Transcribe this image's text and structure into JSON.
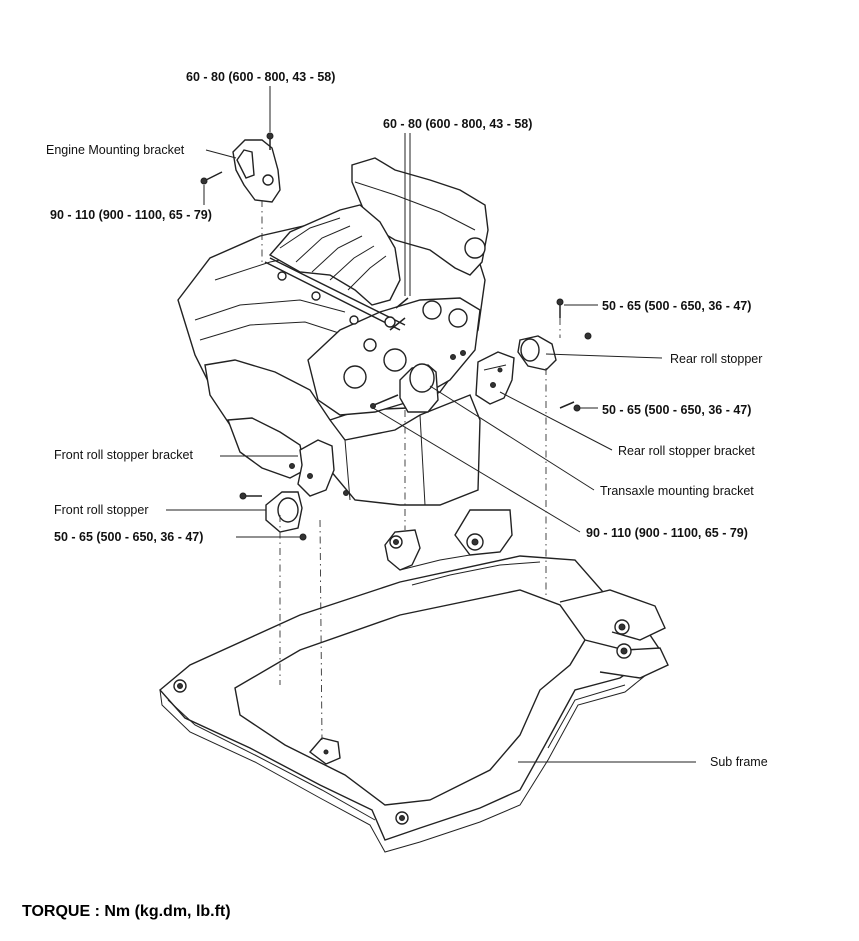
{
  "labels": {
    "torque_eng_bracket_top": "60 - 80  (600 - 800, 43 - 58)",
    "engine_mounting_bracket": "Engine Mounting bracket",
    "torque_eng_bracket_side": "90 - 110 (900 - 1100, 65 - 79)",
    "torque_manifold_bolt": "60 - 80 (600 - 800, 43 - 58)",
    "torque_rear_roll_top": "50 - 65 (500 - 650, 36 - 47)",
    "rear_roll_stopper": "Rear roll stopper",
    "torque_rear_roll_bottom": "50 - 65 (500 - 650, 36 - 47)",
    "rear_roll_stopper_bracket": "Rear roll stopper bracket",
    "front_roll_stopper_bracket": "Front roll stopper bracket",
    "transaxle_mounting_bracket": "Transaxle mounting bracket",
    "front_roll_stopper": "Front roll stopper",
    "torque_transaxle": "90 - 110 (900 - 1100, 65 - 79)",
    "torque_front_roll": "50 - 65 (500 - 650, 36 - 47)",
    "sub_frame": "Sub frame"
  },
  "footer": {
    "torque_units": "TORQUE : Nm (kg.dm, lb.ft)"
  }
}
